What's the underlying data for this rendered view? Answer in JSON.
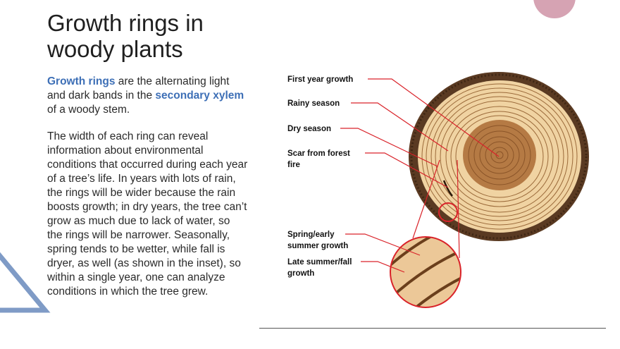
{
  "slide": {
    "title": "Growth rings in woody plants",
    "intro": {
      "term1": "Growth rings",
      "text1": " are the alternating light and dark bands in the ",
      "term2": "secondary xylem",
      "text2": " of a woody stem."
    },
    "paragraph2": "The width of each ring can reveal information about environmental conditions that occurred during each year of a tree’s life.  In years with lots of rain, the rings will be wider because the rain boosts growth; in dry years, the tree can’t grow as much due to lack of water, so the rings will be narrower. Seasonally, spring tends to be wetter, while fall is dryer, as well (as shown in the inset), so within a single year, one can analyze conditions in which the tree grew."
  },
  "diagram": {
    "labels": {
      "first_year": "First year growth",
      "rainy": "Rainy season",
      "dry": "Dry season",
      "scar_line1": "Scar from forest",
      "scar_line2": "fire",
      "spring_line1": "Spring/early",
      "spring_line2": "summer growth",
      "late_line1": "Late summer/fall",
      "late_line2": "growth"
    }
  },
  "colors": {
    "accent_blue": "#3d6fb6",
    "pointer_red": "#d9232a",
    "bark": "#5a3a22",
    "wood_light": "#f0d3a2",
    "wood_dark_center": "#b57a44",
    "ring_line": "#9b6a3a",
    "deco_pink": "#d6a3b3",
    "deco_triangle": "#7f9bc6"
  }
}
